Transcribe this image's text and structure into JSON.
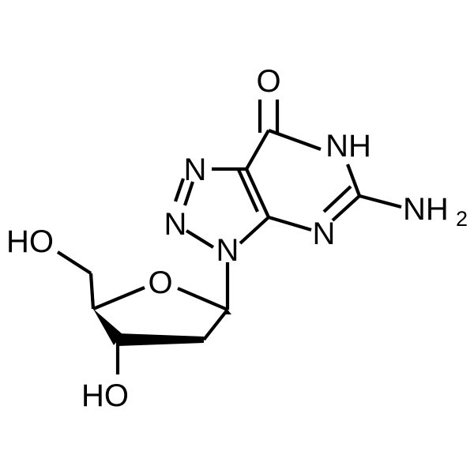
{
  "molecule": {
    "atoms": {
      "carbonyl_o": "O",
      "nh": "NH",
      "nh2_n": "NH",
      "nh2_sub": "2",
      "triazole_n3": "N",
      "triazole_n2": "N",
      "triazole_n1": "N",
      "pyrimidine_n": "N",
      "ring_o": "O",
      "ho_5prime": "HO",
      "ho_3prime": "HO"
    },
    "colors": {
      "bond": "#000000",
      "background": "#ffffff"
    }
  }
}
